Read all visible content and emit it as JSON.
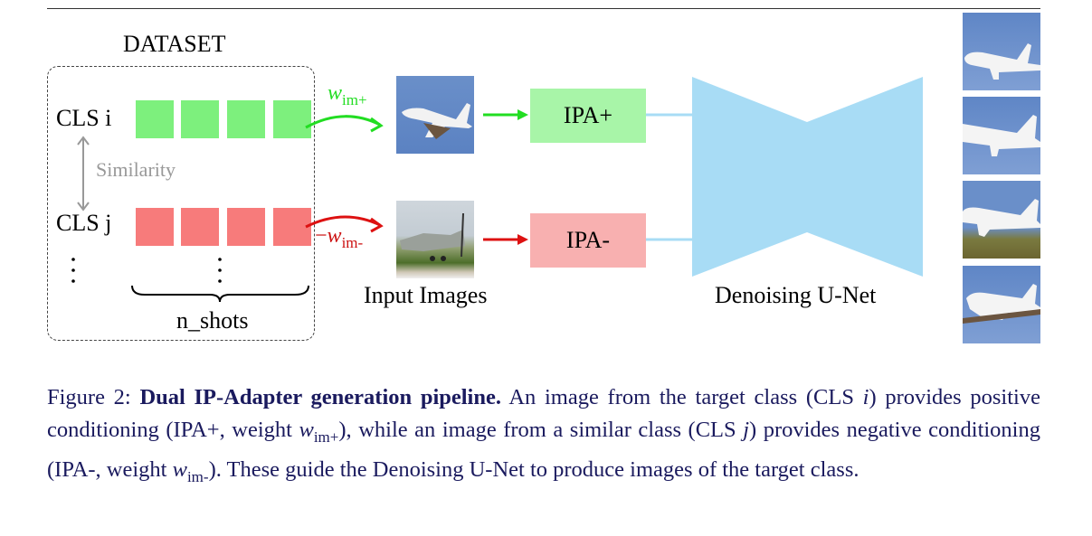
{
  "figure": {
    "dataset_title": "DATASET",
    "class_i_label": "CLS i",
    "class_j_label": "CLS j",
    "similarity_label": "Similarity",
    "n_shots_label": "n_shots",
    "weight_plus": {
      "symbol": "w",
      "subscript": "im+"
    },
    "weight_minus": {
      "prefix": "−",
      "symbol": "w",
      "subscript": "im-"
    },
    "input_images_label": "Input Images",
    "ipa_plus_label": "IPA+",
    "ipa_minus_label": "IPA-",
    "unet_label": "Denoising U-Net",
    "output_image_count": 4,
    "colors": {
      "positive_shot": "#7df07d",
      "negative_shot": "#f77b7b",
      "positive_arrow": "#22dd22",
      "negative_arrow": "#dd1111",
      "ipa_plus_box": "#a8f5a8",
      "ipa_minus_box": "#f8b0b0",
      "unet": "#a8dcf5",
      "caption_text": "#1a1a5e"
    }
  },
  "caption": {
    "prefix": "Figure 2: ",
    "title": "Dual IP-Adapter generation pipeline.",
    "part1": " An image from the target class (CLS ",
    "var_i": "i",
    "part2": ") provides positive conditioning (IPA+, weight ",
    "w1": "w",
    "w1_sub": "im+",
    "part3": "), while an image from a similar class (CLS ",
    "var_j": "j",
    "part4": ") provides negative conditioning (IPA-, weight ",
    "w2": "w",
    "w2_sub": "im-",
    "part5": "). These guide the Denoising U-Net to produce images of the target class."
  }
}
